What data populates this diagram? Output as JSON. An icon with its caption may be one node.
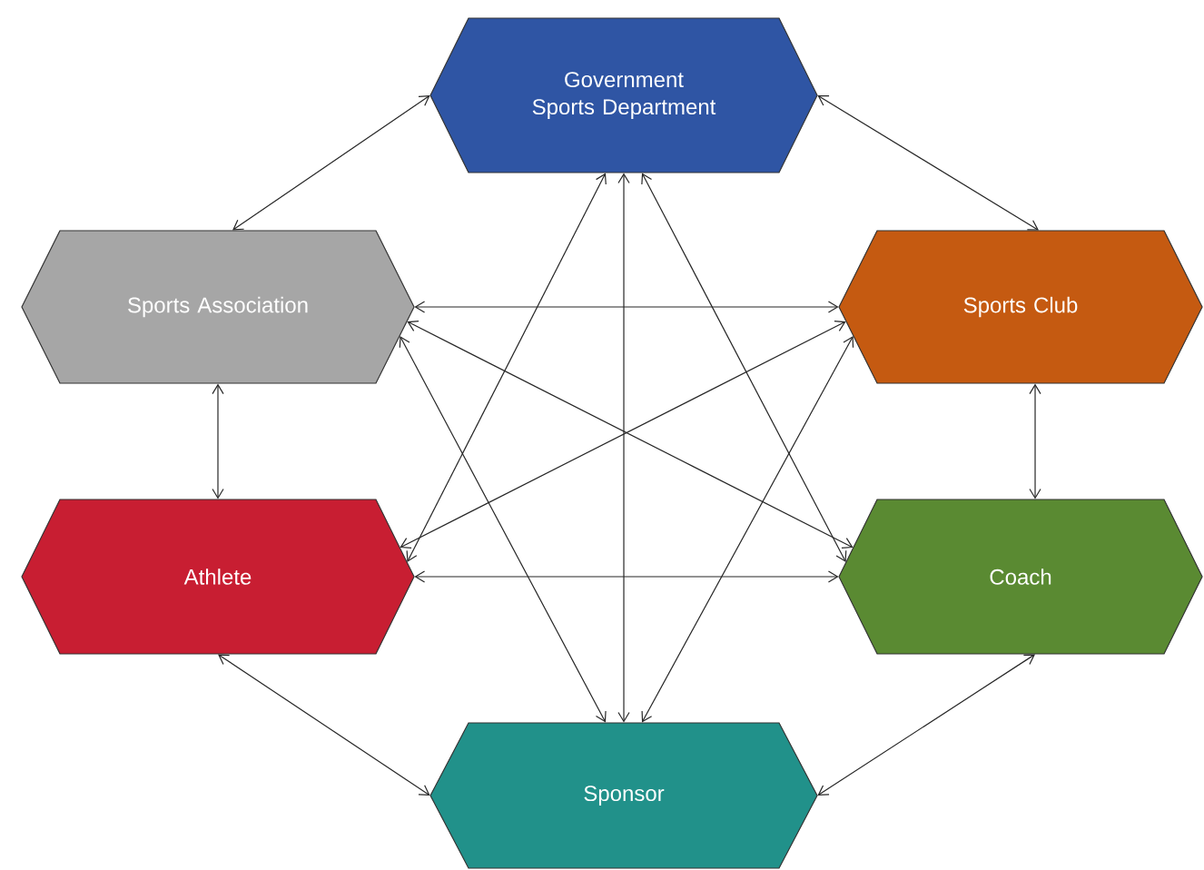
{
  "diagram": {
    "nodes": [
      {
        "text": [
          "Government Sports Department"
        ]
      },
      {
        "text": [
          "Sports Association"
        ]
      },
      {
        "text": [
          "Sports Club"
        ]
      },
      {
        "text": [
          "Athlete"
        ]
      },
      {
        "text": [
          "Coach"
        ]
      },
      {
        "text": [
          "Sponsor"
        ]
      }
    ],
    "edges": [
      {
        "from": 0,
        "to": 1,
        "arrow": "both"
      },
      {
        "from": 0,
        "to": 2,
        "arrow": "both"
      },
      {
        "from": 1,
        "to": 2,
        "arrow": "both"
      },
      {
        "from": 1,
        "to": 3,
        "arrow": "both"
      },
      {
        "from": 2,
        "to": 4,
        "arrow": "both"
      },
      {
        "from": 3,
        "to": 4,
        "arrow": "both"
      },
      {
        "from": 0,
        "to": 3,
        "arrow": "both"
      },
      {
        "from": 0,
        "to": 4,
        "arrow": "both"
      },
      {
        "from": 0,
        "to": 5,
        "arrow": "both"
      },
      {
        "from": 1,
        "to": 4,
        "arrow": "both"
      },
      {
        "from": 1,
        "to": 5,
        "arrow": "both"
      },
      {
        "from": 2,
        "to": 3,
        "arrow": "both"
      },
      {
        "from": 2,
        "to": 5,
        "arrow": "both"
      },
      {
        "from": 3,
        "to": 5,
        "arrow": "both"
      },
      {
        "from": 4,
        "to": 5,
        "arrow": "both"
      }
    ]
  }
}
